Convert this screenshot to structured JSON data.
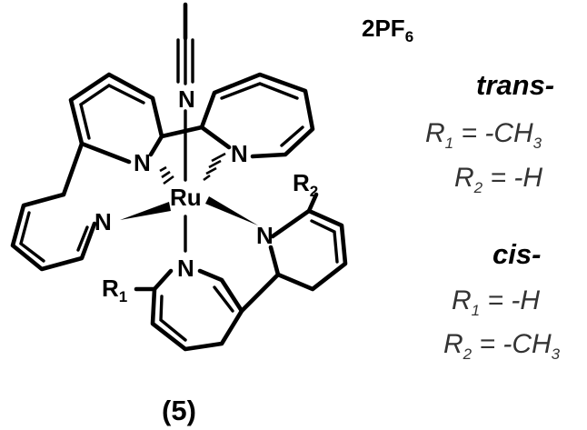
{
  "counterion": {
    "main": "2PF",
    "subscript": "6"
  },
  "atoms": {
    "n_axial_top": "N",
    "n_left_upper": "N",
    "n_right_upper": "N",
    "metal": "Ru",
    "n_left_lower": "N",
    "n_right_lower": "N",
    "n_bottom": "N"
  },
  "substituents": {
    "r1": {
      "letter": "R",
      "index": "1"
    },
    "r2": {
      "letter": "R",
      "index": "2"
    }
  },
  "isomers": {
    "trans": {
      "heading": "trans-",
      "line1": {
        "letter": "R",
        "index": "1",
        "value": " = -CH",
        "tail": "3"
      },
      "line2": {
        "letter": "R",
        "index": "2",
        "value": " = -H",
        "tail": ""
      }
    },
    "cis": {
      "heading": "cis-",
      "line1": {
        "letter": "R",
        "index": "1",
        "value": " = -H",
        "tail": ""
      },
      "line2": {
        "letter": "R",
        "index": "2",
        "value": " = -CH",
        "tail": "3"
      }
    }
  },
  "compound_label": "(5)"
}
